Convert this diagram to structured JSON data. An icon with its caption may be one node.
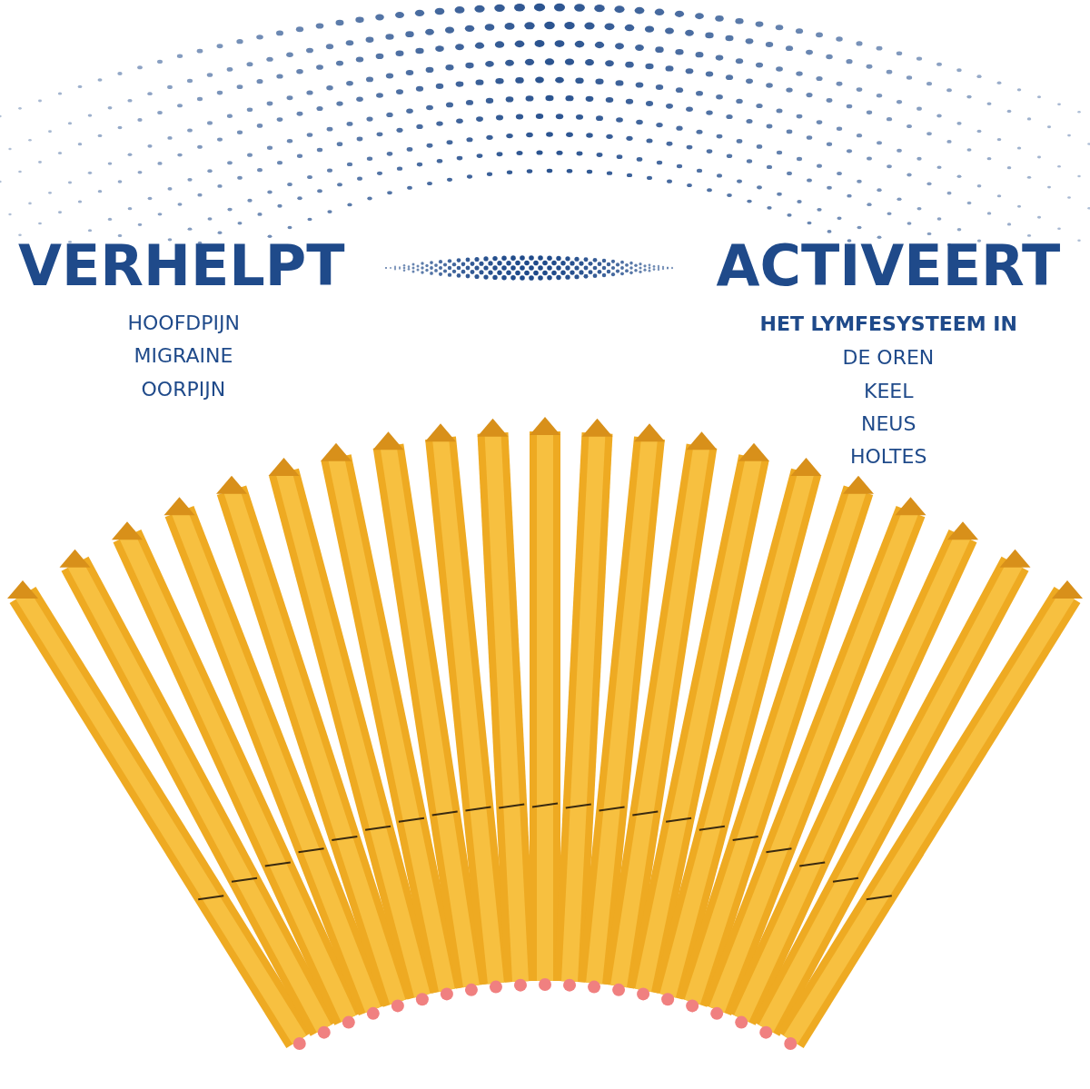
{
  "diagram": {
    "labels": [
      "VERHELPT",
      "HOOFDPIJN",
      "MIGRAINE",
      "OORPIJN",
      "ACTIVEERT",
      "HET LYMFESYSTEEM IN",
      "DE OREN",
      "KEEL",
      "NEUS",
      "HOLTES"
    ]
  }
}
